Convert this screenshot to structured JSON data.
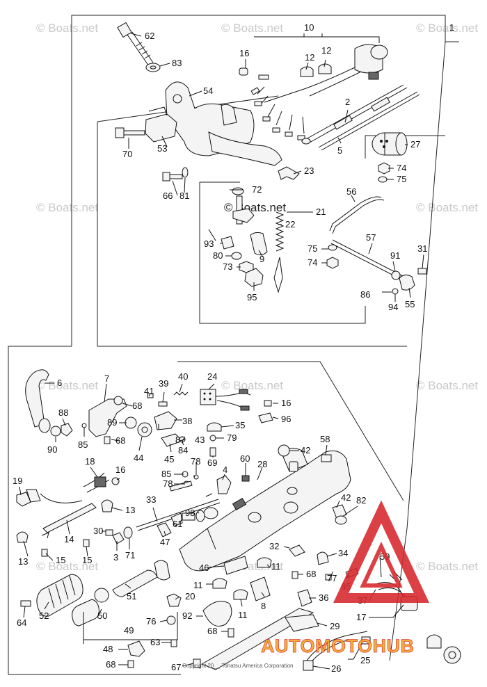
{
  "watermarks": [
    {
      "id": "wm1",
      "text": "© Boats.net"
    },
    {
      "id": "wm2",
      "text": "© Boats.net"
    },
    {
      "id": "wm3",
      "text": "© Boats.net"
    },
    {
      "id": "wm4",
      "text": "© Boats.net"
    },
    {
      "id": "wm5",
      "text": "© Boats.net"
    },
    {
      "id": "wm6",
      "text": "© Boats.net"
    },
    {
      "id": "wm7",
      "text": "© Boats.net"
    },
    {
      "id": "wm8",
      "text": "© Boats.net"
    },
    {
      "id": "wm9",
      "text": "© Boats.net"
    },
    {
      "id": "wm10",
      "text": "© Boats.net"
    },
    {
      "id": "wm11",
      "text": "© Boats.net"
    }
  ],
  "center_watermark": "© Boats.net",
  "copyright": "Copyright 20__ Tohatsu America Corporation",
  "logo": {
    "text": "AUTOMOTOHUB",
    "color_red": "#d6262b",
    "color_yellow": "#f4a51c"
  },
  "callouts": [
    {
      "id": "c1",
      "text": "1"
    },
    {
      "id": "c2",
      "text": "2"
    },
    {
      "id": "c3",
      "text": "3"
    },
    {
      "id": "c4",
      "text": "4"
    },
    {
      "id": "c5",
      "text": "5"
    },
    {
      "id": "c6",
      "text": "6"
    },
    {
      "id": "c7",
      "text": "7"
    },
    {
      "id": "c8",
      "text": "8"
    },
    {
      "id": "c9",
      "text": "9"
    },
    {
      "id": "c10",
      "text": "10"
    },
    {
      "id": "c11a",
      "text": "11"
    },
    {
      "id": "c11b",
      "text": "11"
    },
    {
      "id": "c11c",
      "text": "11"
    },
    {
      "id": "c12a",
      "text": "12"
    },
    {
      "id": "c12b",
      "text": "12"
    },
    {
      "id": "c13a",
      "text": "13"
    },
    {
      "id": "c13b",
      "text": "13"
    },
    {
      "id": "c14",
      "text": "14"
    },
    {
      "id": "c15a",
      "text": "15"
    },
    {
      "id": "c15b",
      "text": "15"
    },
    {
      "id": "c16a",
      "text": "16"
    },
    {
      "id": "c16b",
      "text": "16"
    },
    {
      "id": "c16c",
      "text": "16"
    },
    {
      "id": "c17",
      "text": "17"
    },
    {
      "id": "c18",
      "text": "18"
    },
    {
      "id": "c19",
      "text": "19"
    },
    {
      "id": "c20",
      "text": "20"
    },
    {
      "id": "c21",
      "text": "21"
    },
    {
      "id": "c22",
      "text": "22"
    },
    {
      "id": "c23",
      "text": "23"
    },
    {
      "id": "c24",
      "text": "24"
    },
    {
      "id": "c25",
      "text": "25"
    },
    {
      "id": "c26",
      "text": "26"
    },
    {
      "id": "c27",
      "text": "27"
    },
    {
      "id": "c28",
      "text": "28"
    },
    {
      "id": "c29",
      "text": "29"
    },
    {
      "id": "c30",
      "text": "30"
    },
    {
      "id": "c31",
      "text": "31"
    },
    {
      "id": "c32",
      "text": "32"
    },
    {
      "id": "c33",
      "text": "33"
    },
    {
      "id": "c34",
      "text": "34"
    },
    {
      "id": "c35",
      "text": "35"
    },
    {
      "id": "c36",
      "text": "36"
    },
    {
      "id": "c37",
      "text": "37"
    },
    {
      "id": "c38",
      "text": "38"
    },
    {
      "id": "c39",
      "text": "39"
    },
    {
      "id": "c40",
      "text": "40"
    },
    {
      "id": "c41",
      "text": "41"
    },
    {
      "id": "c42a",
      "text": "42"
    },
    {
      "id": "c42b",
      "text": "42"
    },
    {
      "id": "c43",
      "text": "43"
    },
    {
      "id": "c44",
      "text": "44"
    },
    {
      "id": "c45",
      "text": "45"
    },
    {
      "id": "c46",
      "text": "46"
    },
    {
      "id": "c47",
      "text": "47"
    },
    {
      "id": "c48",
      "text": "48"
    },
    {
      "id": "c49",
      "text": "49"
    },
    {
      "id": "c50",
      "text": "50"
    },
    {
      "id": "c51",
      "text": "51"
    },
    {
      "id": "c52",
      "text": "52"
    },
    {
      "id": "c53",
      "text": "53"
    },
    {
      "id": "c54",
      "text": "54"
    },
    {
      "id": "c55",
      "text": "55"
    },
    {
      "id": "c56",
      "text": "56"
    },
    {
      "id": "c57",
      "text": "57"
    },
    {
      "id": "c58",
      "text": "58"
    },
    {
      "id": "c59",
      "text": "59"
    },
    {
      "id": "c60",
      "text": "60"
    },
    {
      "id": "c61",
      "text": "61"
    },
    {
      "id": "c62",
      "text": "62"
    },
    {
      "id": "c63",
      "text": "63"
    },
    {
      "id": "c64",
      "text": "64"
    },
    {
      "id": "c65",
      "text": "65"
    },
    {
      "id": "c66",
      "text": "66"
    },
    {
      "id": "c67",
      "text": "67"
    },
    {
      "id": "c68a",
      "text": "68"
    },
    {
      "id": "c68b",
      "text": "68"
    },
    {
      "id": "c68c",
      "text": "68"
    },
    {
      "id": "c68d",
      "text": "68"
    },
    {
      "id": "c68e",
      "text": "68"
    },
    {
      "id": "c69",
      "text": "69"
    },
    {
      "id": "c70",
      "text": "70"
    },
    {
      "id": "c71",
      "text": "71"
    },
    {
      "id": "c72",
      "text": "72"
    },
    {
      "id": "c73",
      "text": "73"
    },
    {
      "id": "c74a",
      "text": "74"
    },
    {
      "id": "c74b",
      "text": "74"
    },
    {
      "id": "c75a",
      "text": "75"
    },
    {
      "id": "c75b",
      "text": "75"
    },
    {
      "id": "c76",
      "text": "76"
    },
    {
      "id": "c77",
      "text": "77"
    },
    {
      "id": "c78a",
      "text": "78"
    },
    {
      "id": "c78b",
      "text": "78"
    },
    {
      "id": "c79",
      "text": "79"
    },
    {
      "id": "c80",
      "text": "80"
    },
    {
      "id": "c81",
      "text": "81"
    },
    {
      "id": "c82",
      "text": "82"
    },
    {
      "id": "c83",
      "text": "83"
    },
    {
      "id": "c84",
      "text": "84"
    },
    {
      "id": "c85a",
      "text": "85"
    },
    {
      "id": "c85b",
      "text": "85"
    },
    {
      "id": "c86",
      "text": "86"
    },
    {
      "id": "c87",
      "text": "87"
    },
    {
      "id": "c88",
      "text": "88"
    },
    {
      "id": "c89",
      "text": "89"
    },
    {
      "id": "c90",
      "text": "90"
    },
    {
      "id": "c91",
      "text": "91"
    },
    {
      "id": "c92",
      "text": "92"
    },
    {
      "id": "c93",
      "text": "93"
    },
    {
      "id": "c94",
      "text": "94"
    },
    {
      "id": "c95",
      "text": "95"
    },
    {
      "id": "c96",
      "text": "96"
    },
    {
      "id": "c98",
      "text": "98"
    }
  ]
}
